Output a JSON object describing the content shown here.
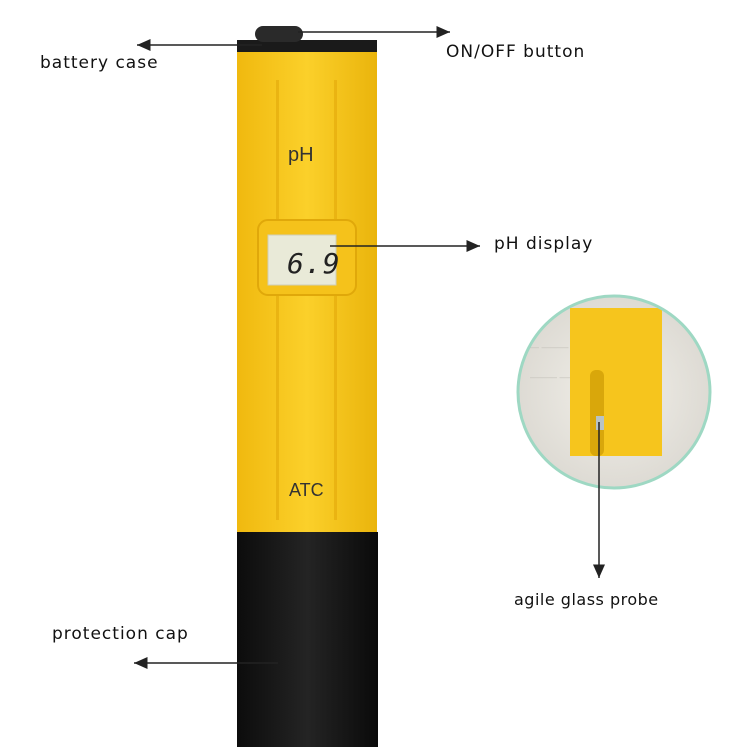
{
  "labels": {
    "battery_case": "battery case",
    "on_off_button": "ON/OFF button",
    "ph_display": "pH display",
    "protection_cap": "protection cap",
    "agile_glass_probe": "agile glass probe"
  },
  "meter": {
    "ph_text": "pH",
    "reading": "6.9",
    "atc_text": "ATC"
  },
  "colors": {
    "body_yellow": "#f7c81e",
    "cap_black": "#141414",
    "lcd": "#e9ead8",
    "inset_circle_border": "#9ed8c3"
  }
}
